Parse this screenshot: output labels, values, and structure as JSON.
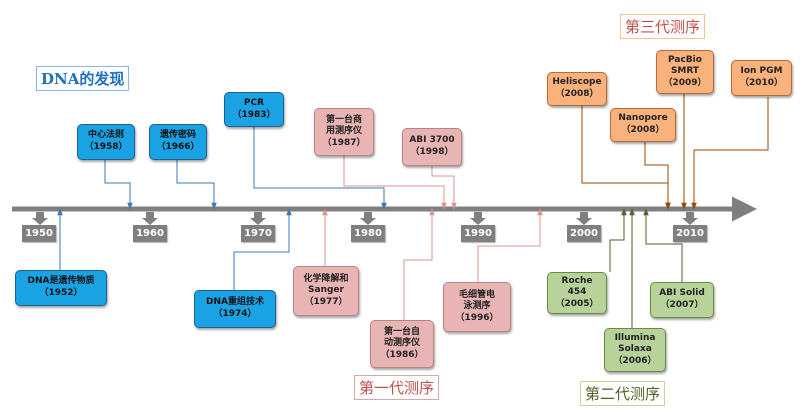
{
  "titles": {
    "discovery": "DNA的发现",
    "first_gen": "第一代测序",
    "second_gen": "第二代测序",
    "third_gen": "第三代测序"
  },
  "decades": [
    "1950",
    "1960",
    "1970",
    "1980",
    "1990",
    "2000",
    "2010"
  ],
  "events": {
    "dna_material": {
      "label": "DNA是遗传物质",
      "year": "（1952）"
    },
    "central_dogma": {
      "label": "中心法则",
      "year": "（1958）"
    },
    "genetic_code": {
      "label": "遗传密码",
      "year": "（1966）"
    },
    "recombinant": {
      "label": "DNA重组技术",
      "year": "（1974）"
    },
    "pcr": {
      "label": "PCR",
      "year": "（1983）"
    },
    "chem_sanger": {
      "line1": "化学降解和",
      "line2": "Sanger",
      "year": "（1977）"
    },
    "first_commercial": {
      "line1": "第一台商",
      "line2": "用测序仪",
      "year": "（1987）"
    },
    "first_auto": {
      "line1": "第一台自",
      "line2": "动测序仪",
      "year": "（1986）"
    },
    "abi3700": {
      "label": "ABI 3700",
      "year": "（1998）"
    },
    "capillary": {
      "line1": "毛细管电",
      "line2": "泳测序",
      "year": "（1996）"
    },
    "roche": {
      "line1": "Roche",
      "line2": "454",
      "year": "（2005）"
    },
    "illumina": {
      "line1": "Illumina",
      "line2": "Solaxa",
      "year": "（2006）"
    },
    "abi_solid": {
      "label": "ABI Solid",
      "year": "（2007）"
    },
    "heliscope": {
      "label": "Heliscope",
      "year": "（2008）"
    },
    "nanopore": {
      "label": "Nanopore",
      "year": "（2008）"
    },
    "pacbio": {
      "line1": "PacBio",
      "line2": "SMRT",
      "year": "（2009）"
    },
    "ionpgm": {
      "label": "Ion PGM",
      "year": "（2010）"
    }
  },
  "colors": {
    "timeline": "#7f7f7f",
    "discovery": "#1aa3e4",
    "first_gen": "#e9b4b4",
    "second_gen": "#b7d39a",
    "third_gen": "#f9b27c"
  }
}
